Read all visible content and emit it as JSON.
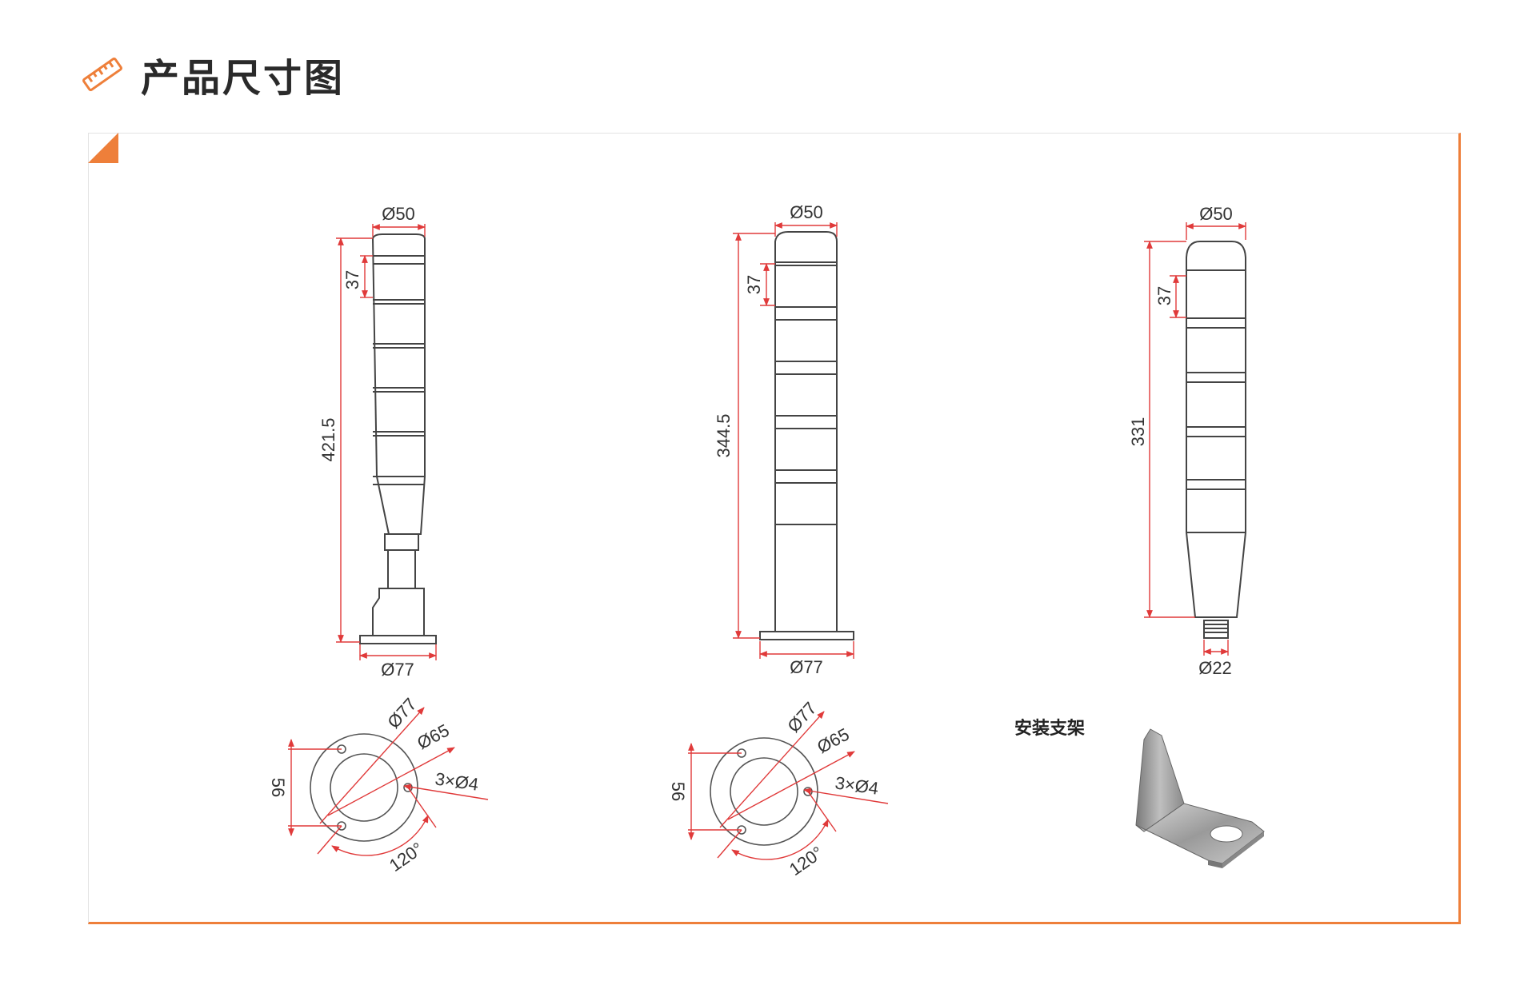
{
  "header": {
    "title": "产品尺寸图",
    "icon": "ruler-icon"
  },
  "colors": {
    "accent": "#ee7f3a",
    "dimension": "#e03a3a",
    "outline": "#444444"
  },
  "towers": [
    {
      "diameter_top": "Ø50",
      "height": "421.5",
      "segment": "37",
      "diameter_bottom": "Ø77"
    },
    {
      "diameter_top": "Ø50",
      "height": "344.5",
      "segment": "37",
      "diameter_bottom": "Ø77"
    },
    {
      "diameter_top": "Ø50",
      "height": "331",
      "segment": "37",
      "diameter_bottom": "Ø22"
    }
  ],
  "bases": [
    {
      "outer": "Ø77",
      "inner": "Ø65",
      "holes": "3×Ø4",
      "spacing": "56",
      "angle": "120°"
    },
    {
      "outer": "Ø77",
      "inner": "Ø65",
      "holes": "3×Ø4",
      "spacing": "56",
      "angle": "120°"
    }
  ],
  "bracket": {
    "label": "安装支架"
  }
}
